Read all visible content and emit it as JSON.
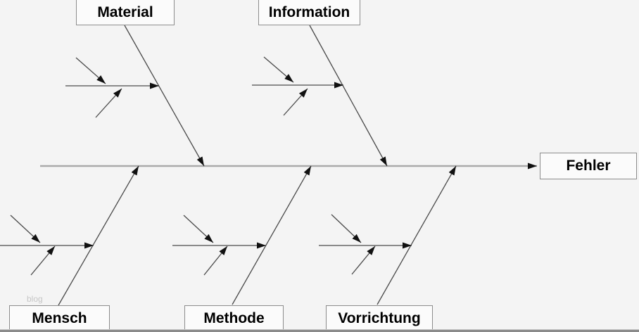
{
  "diagram": {
    "type": "fishbone-cause-effect",
    "effect_box": {
      "label": "Fehler"
    },
    "top_branches": [
      {
        "label": "Material"
      },
      {
        "label": "Information"
      }
    ],
    "bottom_branches": [
      {
        "label": "Mensch"
      },
      {
        "label": "Methode"
      },
      {
        "label": "Vorrichtung"
      }
    ],
    "watermark": {
      "text": "blog"
    },
    "colors": {
      "background": "#f4f4f4",
      "box_fill": "#fbfbfb",
      "box_border": "#8c8c8c",
      "spine": "#a9a9a9",
      "branch_line": "#4a4a4a",
      "arrowhead": "#111111",
      "bottom_bar": "#8a8a8a",
      "watermark": "#c6c6c6"
    }
  }
}
